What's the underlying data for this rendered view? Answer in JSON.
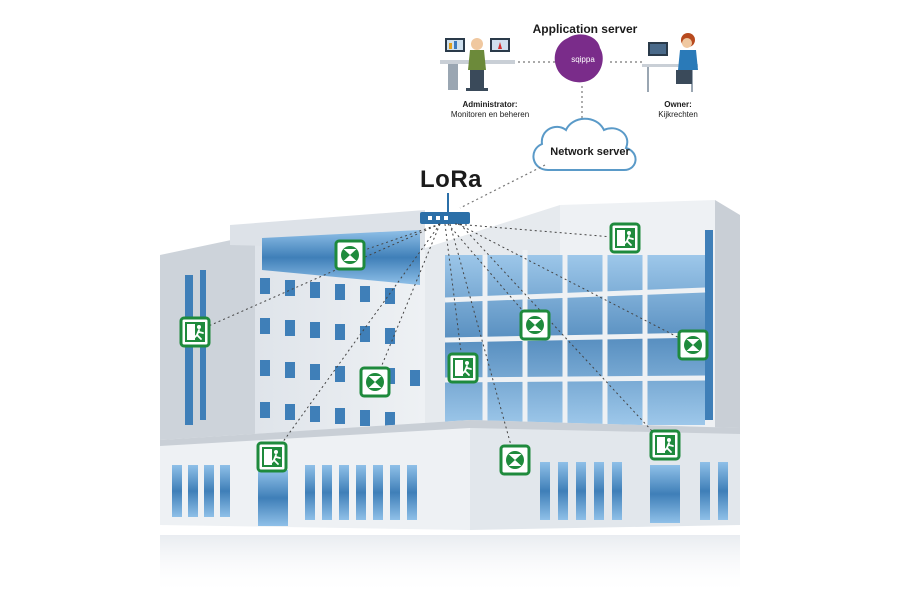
{
  "labels": {
    "application_server": "Application server",
    "administrator_title": "Administrator:",
    "administrator_subtitle": "Monitoren en beheren",
    "owner_title": "Owner:",
    "owner_subtitle": "Kijkrechten",
    "network_server": "Network server",
    "lora": "LoRa",
    "sqippa": "sqippa"
  },
  "colors": {
    "sqippa_purple": "#7a2c8a",
    "sign_green": "#1e8a3c",
    "building_wall": "#e8ecf0",
    "building_shadow": "#c9cfd6",
    "glass_blue": "#4f8fc4",
    "gateway_blue": "#2b6fa8"
  },
  "icons": [
    "administrator-workstation-icon",
    "owner-workstation-icon",
    "sqippa-logo-icon",
    "cloud-icon",
    "lora-gateway-icon",
    "emergency-light-icon",
    "exit-sign-icon"
  ]
}
